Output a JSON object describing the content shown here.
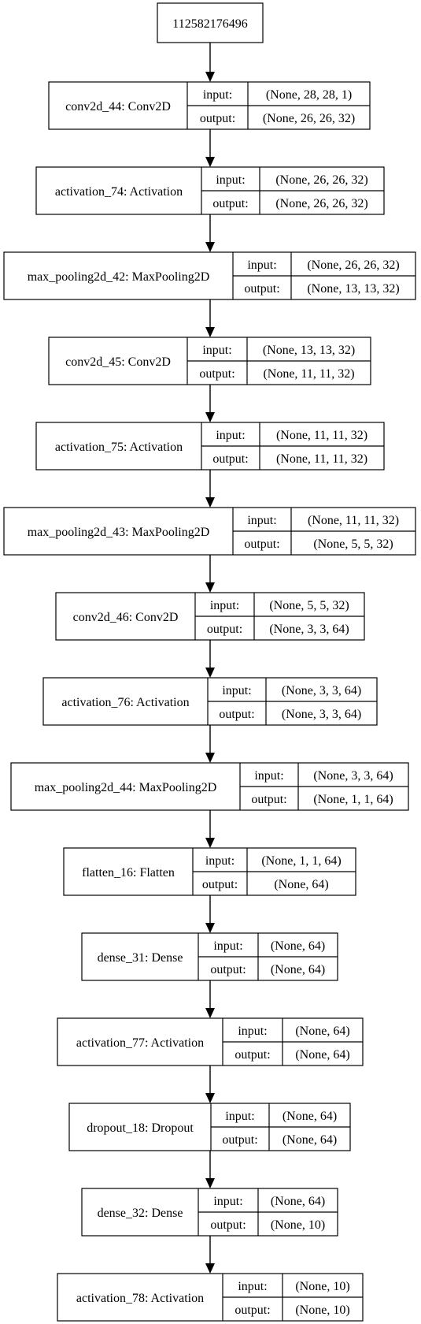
{
  "root": {
    "label": "112582176496"
  },
  "field_labels": {
    "input": "input:",
    "output": "output:"
  },
  "layers": [
    {
      "name": "conv2d_44: Conv2D",
      "input": "(None, 28, 28, 1)",
      "output": "(None, 26, 26, 32)"
    },
    {
      "name": "activation_74: Activation",
      "input": "(None, 26, 26, 32)",
      "output": "(None, 26, 26, 32)"
    },
    {
      "name": "max_pooling2d_42: MaxPooling2D",
      "input": "(None, 26, 26, 32)",
      "output": "(None, 13, 13, 32)"
    },
    {
      "name": "conv2d_45: Conv2D",
      "input": "(None, 13, 13, 32)",
      "output": "(None, 11, 11, 32)"
    },
    {
      "name": "activation_75: Activation",
      "input": "(None, 11, 11, 32)",
      "output": "(None, 11, 11, 32)"
    },
    {
      "name": "max_pooling2d_43: MaxPooling2D",
      "input": "(None, 11, 11, 32)",
      "output": "(None, 5, 5, 32)"
    },
    {
      "name": "conv2d_46: Conv2D",
      "input": "(None, 5, 5, 32)",
      "output": "(None, 3, 3, 64)"
    },
    {
      "name": "activation_76: Activation",
      "input": "(None, 3, 3, 64)",
      "output": "(None, 3, 3, 64)"
    },
    {
      "name": "max_pooling2d_44: MaxPooling2D",
      "input": "(None, 3, 3, 64)",
      "output": "(None, 1, 1, 64)"
    },
    {
      "name": "flatten_16: Flatten",
      "input": "(None, 1, 1, 64)",
      "output": "(None, 64)"
    },
    {
      "name": "dense_31: Dense",
      "input": "(None, 64)",
      "output": "(None, 64)"
    },
    {
      "name": "activation_77: Activation",
      "input": "(None, 64)",
      "output": "(None, 64)"
    },
    {
      "name": "dropout_18: Dropout",
      "input": "(None, 64)",
      "output": "(None, 64)"
    },
    {
      "name": "dense_32: Dense",
      "input": "(None, 64)",
      "output": "(None, 10)"
    },
    {
      "name": "activation_78: Activation",
      "input": "(None, 10)",
      "output": "(None, 10)"
    }
  ]
}
